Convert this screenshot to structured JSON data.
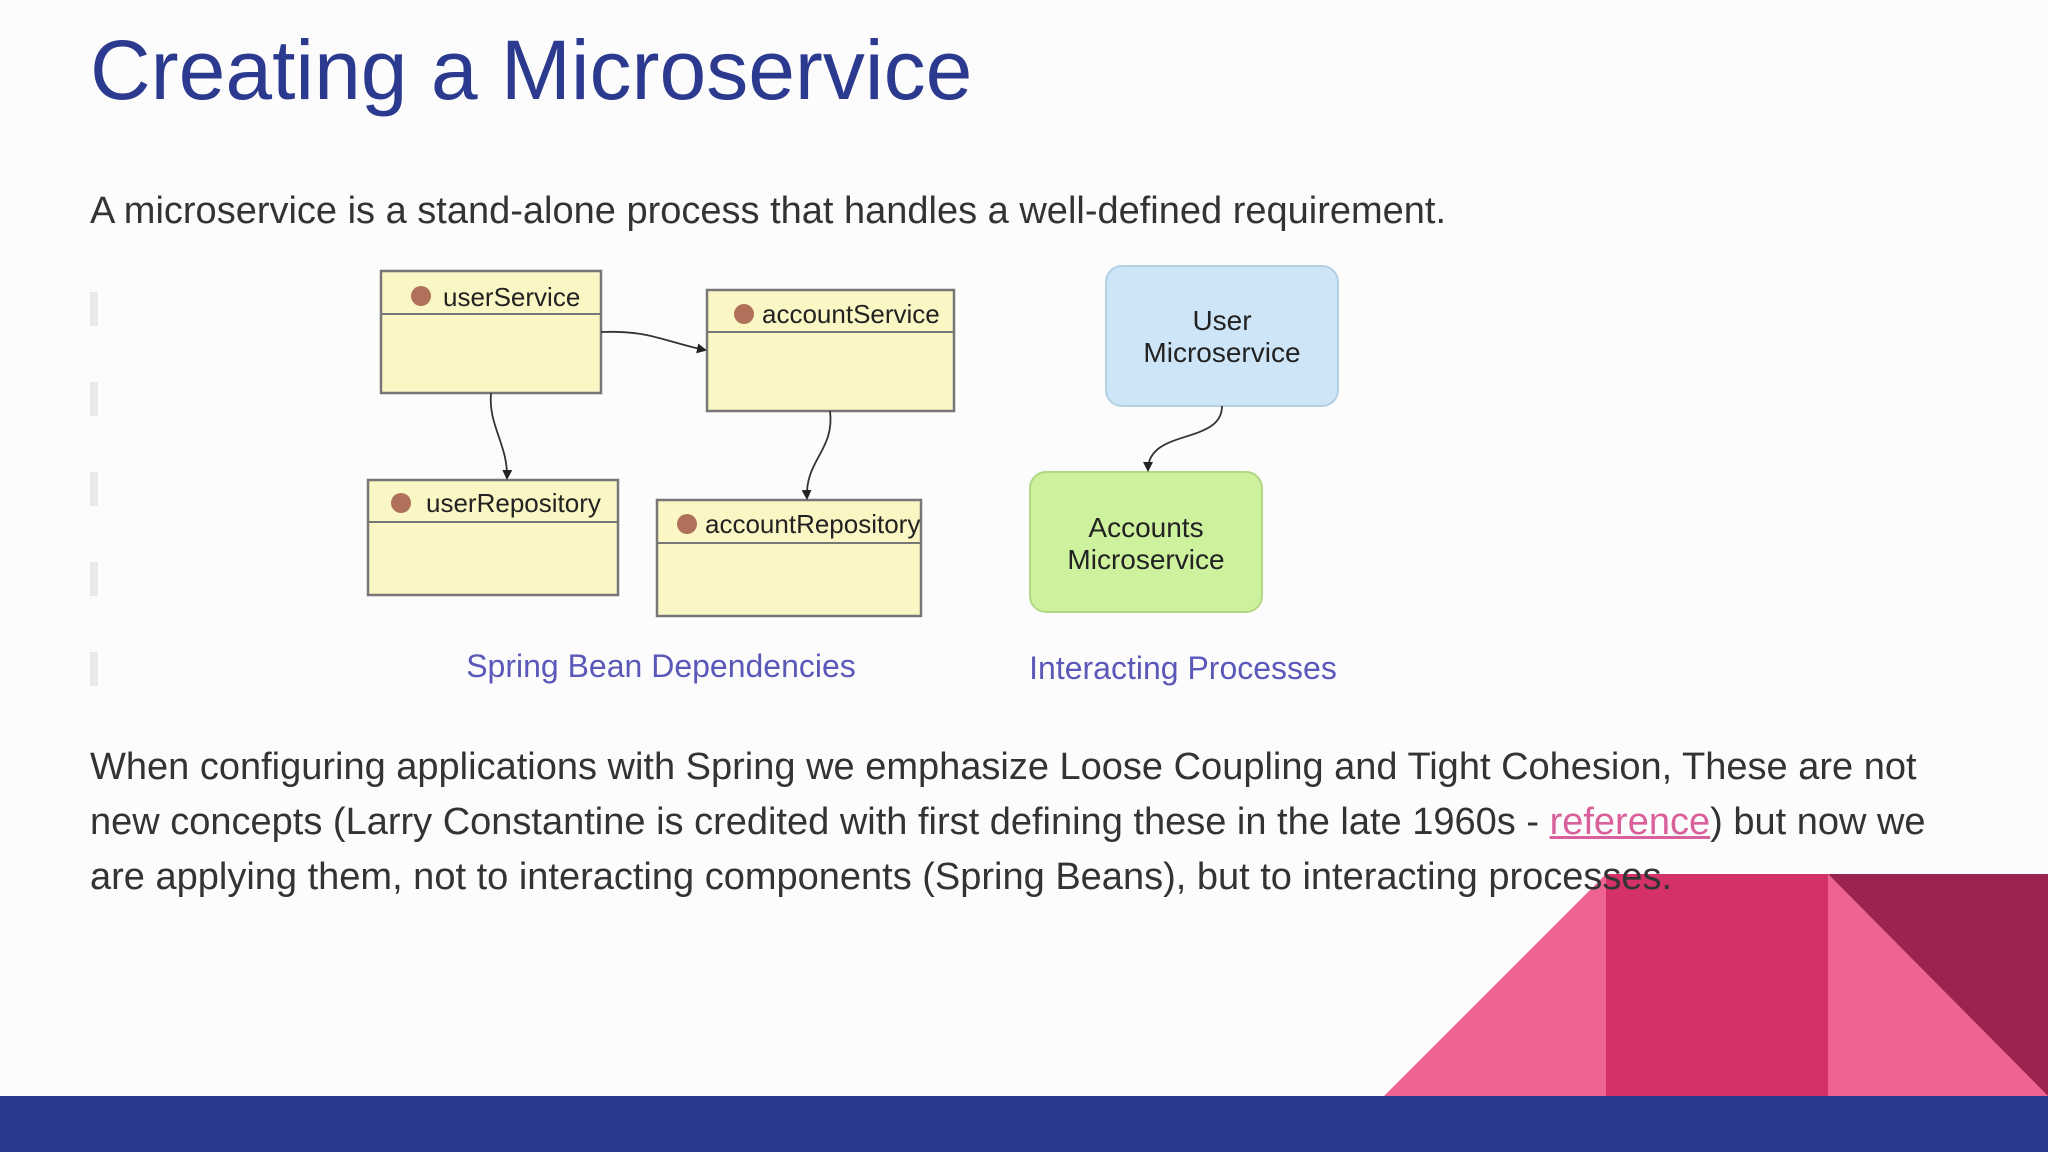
{
  "slide": {
    "title": "Creating a Microservice",
    "intro": "A microservice is a stand-alone process that handles a well-defined requirement.",
    "body_part1": "When configuring applications with Spring we emphasize Loose Coupling and Tight Cohesion, These are not new concepts (Larry Constantine is credited with first defining these in the late 1960s - ",
    "body_link": "reference",
    "body_part2": ") but now we are applying them, not to interacting components (Spring Beans), but to interacting processes."
  },
  "diagram": {
    "beans": {
      "user_service": "userService",
      "account_service": "accountService",
      "user_repository": "userRepository",
      "account_repository": "accountRepository"
    },
    "processes": {
      "user_line1": "User",
      "user_line2": "Microservice",
      "accounts_line1": "Accounts",
      "accounts_line2": "Microservice"
    },
    "captions": {
      "left": "Spring Bean Dependencies",
      "right": "Interacting Processes"
    }
  },
  "colors": {
    "title": "#2b3a8f",
    "footer": "#2b3a8f",
    "bean_fill": "#fbf7c5",
    "user_fill": "#cde5f7",
    "accounts_fill": "#cdf19d",
    "caption": "#5a58b8",
    "pink_light": "#ef6391",
    "pink_mid": "#d43166",
    "pink_dark": "#9c2250",
    "link": "#d9609a"
  }
}
